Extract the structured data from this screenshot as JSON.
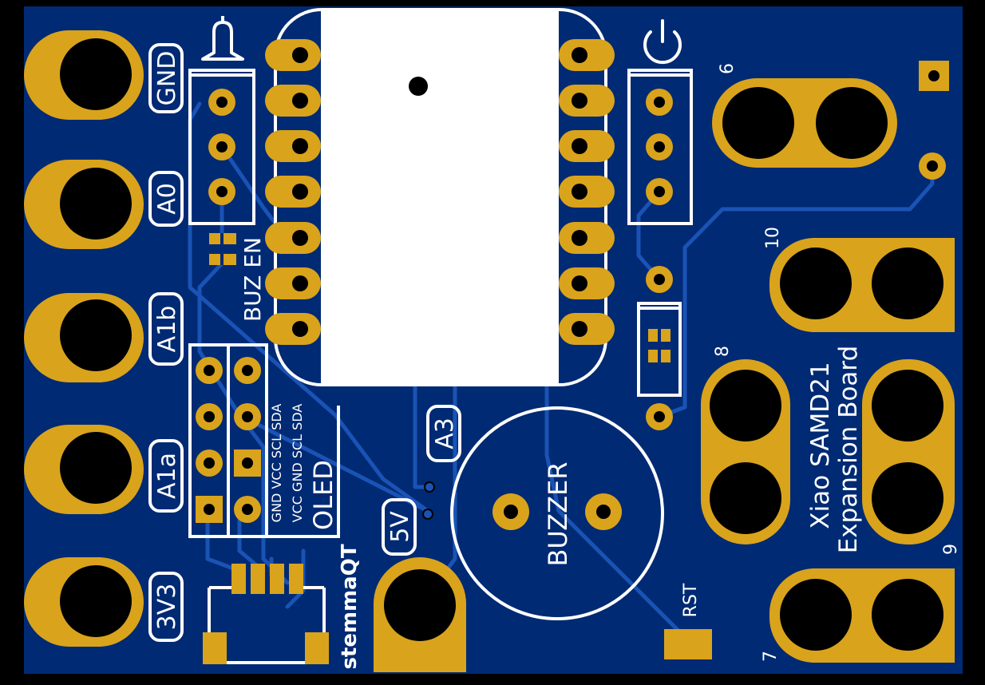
{
  "board": {
    "title_line1": "Xiao SAMD21",
    "title_line2": "Expansion Board"
  },
  "left_labels": {
    "gnd": "GND",
    "a0": "A0",
    "a1b": "A1b",
    "a1a": "A1a",
    "v3v3": "3V3"
  },
  "mid_labels": {
    "buz_en": "BUZ EN",
    "a3": "A3",
    "v5": "5V",
    "buzzer": "BUZZER",
    "rst": "RST",
    "oled": "OLED",
    "oled_row1": "GND VCC SCL SDA",
    "oled_row2": "VCC GND SCL SDA",
    "stemma": "stemmaQT"
  },
  "pad_numbers": {
    "p6": "6",
    "p10": "10",
    "p8": "8",
    "p9": "9",
    "p7": "7"
  },
  "colors": {
    "board": "#002a73",
    "copper": "#d9a31c",
    "trace": "#1a53b5",
    "silk": "#ffffff",
    "outline": "#000000"
  }
}
